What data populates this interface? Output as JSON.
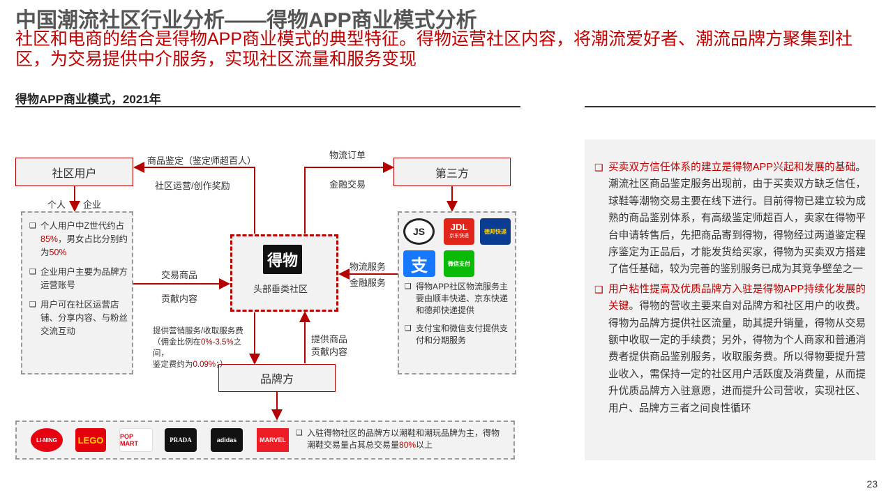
{
  "header": {
    "title": "中国潮流社区行业分析——得物APP商业模式分析",
    "subtitle": "社区和电商的结合是得物APP商业模式的典型特征。得物运营社区内容，将潮流爱好者、潮流品牌方聚集到社区，为交易提供中介服务，实现社区流量和服务变现"
  },
  "diagram": {
    "label": "得物APP商业模式，2021年",
    "community_users": "社区用户",
    "third_party": "第三方",
    "brand": "品牌方",
    "center_logo": "得物",
    "center_caption": "头部垂类社区",
    "edge_labels": {
      "auth": "商品鉴定（鉴定师超百人）",
      "ops": "社区运营/创作奖励",
      "logistics_order": "物流订单",
      "finance_trade": "金融交易",
      "personal": "个人",
      "enterprise": "企业",
      "trade_goods": "交易商品",
      "contribute": "贡献内容",
      "logistics_service": "物流服务",
      "finance_service": "金融服务",
      "marketing": "提供营销服务/收取服务费",
      "commission_pre": "（佣金比例在",
      "commission_val": "0%-3.5%",
      "commission_post": "之间，",
      "auth_fee_pre": "鉴定费约为",
      "auth_fee_val": "0.09%",
      "auth_fee_post": "；）",
      "provide_goods": "提供商品",
      "contribute2": "贡献内容"
    },
    "users_notes": [
      {
        "pre": "个人用户中Z世代约占",
        "v1": "85%",
        "mid": "，男女占比分别约为",
        "v2": "50%",
        "post": ""
      },
      {
        "pre": "企业用户主要为品牌方运营账号"
      },
      {
        "pre": "用户可在社区运营店铺、分享内容、与粉丝交流互动"
      }
    ],
    "third_party_logos": [
      "JS",
      "JDL",
      "德邦快递",
      "支",
      "微信支付"
    ],
    "jdl_sub": "京东快递",
    "third_party_notes": [
      "得物APP社区物流服务主要由顺丰快递、京东快递和德邦快递提供",
      "支付宝和微信支付提供支付和分期服务"
    ],
    "brand_logos": [
      "LI-NING",
      "LEGO",
      "POP MART",
      "PRADA",
      "adidas",
      "MARVEL"
    ],
    "brand_note_pre": "入驻得物社区的品牌方以潮鞋和潮玩品牌为主，得物潮鞋交易量占其总交易量",
    "brand_note_val": "80%",
    "brand_note_post": "以上"
  },
  "right_panel": [
    {
      "head": "买卖双方信任体系的建立是得物APP兴起和发展的基础",
      "body": "。潮流社区商品鉴定服务出现前，由于买卖双方缺乏信任，球鞋等潮物交易主要在线下进行。目前得物已建立较为成熟的商品鉴别体系，有高级鉴定师超百人，卖家在得物平台申请转售后，先把商品寄到得物，得物经过两道鉴定程序鉴定为正品后，才能发货给买家，得物为买卖双方搭建了信任基础，较为完善的鉴别服务已成为其竞争壁垒之一"
    },
    {
      "head": "用户粘性提高及优质品牌方入驻是得物APP持续化发展的关键",
      "body": "。得物的营收主要来自对品牌方和社区用户的收费。得物为品牌方提供社区流量，助其提升销量，得物从交易额中收取一定的手续费；另外，得物为个人商家和普通消费者提供商品鉴别服务，收取服务费。所以得物要提升营业收入，需保持一定的社区用户活跃度及消费量，从而提升优质品牌方入驻意愿，进而提升公司营收，实现社区、用户、品牌方三者之间良性循环"
    }
  ],
  "page_number": "23",
  "colors": {
    "accent_red": "#c00000",
    "dark_red": "#b50000",
    "panel_gray": "#f2f2f2"
  }
}
